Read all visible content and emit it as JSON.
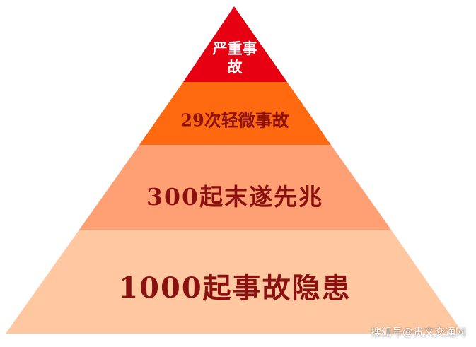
{
  "pyramid": {
    "tiers": [
      {
        "label": "严重事故",
        "color": "#e60012",
        "text_color": "#ffffff"
      },
      {
        "label": "29次轻微事故",
        "color": "#ff6a10",
        "text_color": "#8b1010"
      },
      {
        "label": "300起末遂先兆",
        "color": "#ff9f74",
        "text_color": "#8b1010"
      },
      {
        "label": "1000起事故隐患",
        "color": "#ffc8a0",
        "text_color": "#8b1010"
      }
    ]
  },
  "watermark": {
    "text": "搜狐号@贵文交通网"
  }
}
